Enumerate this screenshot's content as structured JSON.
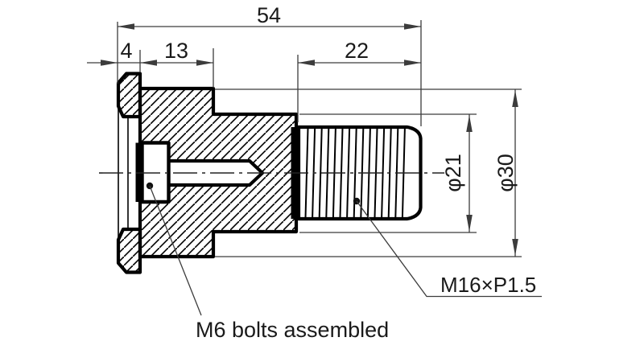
{
  "drawing": {
    "dimensions": {
      "overall_length": "54",
      "flange_width": "4",
      "collar_length": "13",
      "thread_length": "22",
      "diameter_mid": "φ21",
      "diameter_collar": "φ30"
    },
    "labels": {
      "thread_spec": "M16×P1.5",
      "bolt_note": "M6 bolts assembled"
    },
    "colors": {
      "part_line": "#000000",
      "dimension_line": "#3c3c3c",
      "text": "#1a1a1a",
      "background": "#ffffff"
    }
  }
}
